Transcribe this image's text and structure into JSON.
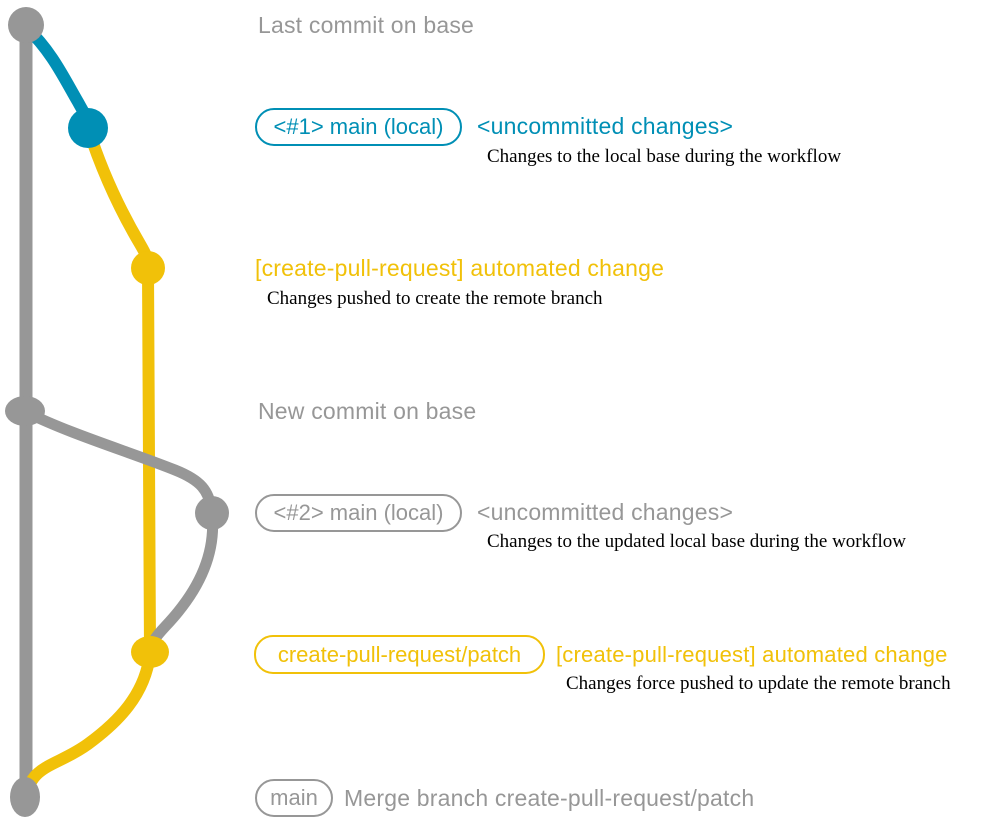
{
  "title": "create-pull-request branch workflow diagram",
  "colors": {
    "base": "#979797",
    "blue": "#008fb5",
    "yellow": "#f1c109",
    "note_text": "#000000"
  },
  "labels": {
    "last_commit": "Last commit on base",
    "new_commit": "New commit on base"
  },
  "rows": {
    "r1": {
      "box": "<#1> main (local)",
      "heading": "<uncommitted changes>",
      "note": "Changes to the local base during the workflow"
    },
    "r2": {
      "heading": "[create-pull-request] automated change",
      "note": "Changes pushed to create the remote branch"
    },
    "r3": {
      "box": "<#2> main (local)",
      "heading": "<uncommitted changes>",
      "note": "Changes to the updated local base during the workflow"
    },
    "r4": {
      "box": "create-pull-request/patch",
      "heading": "[create-pull-request] automated change",
      "note": "Changes force pushed to update the remote branch"
    },
    "r5": {
      "box": "main",
      "heading": "Merge branch create-pull-request/patch"
    }
  }
}
